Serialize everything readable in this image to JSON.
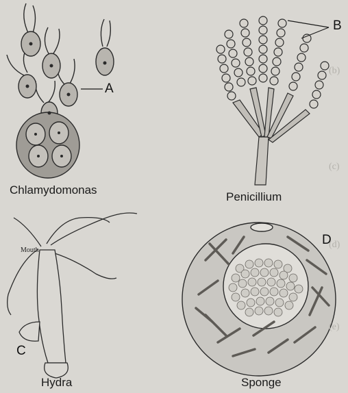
{
  "labels": {
    "chlamydomonas": "Chlamydomonas",
    "penicillium": "Penicillium",
    "hydra": "Hydra",
    "sponge": "Sponge",
    "mouth": "Mouth"
  },
  "letters": {
    "a": "A",
    "b": "B",
    "c": "C",
    "d": "D"
  },
  "bleed_through_text": [
    "(b)",
    "(c)",
    "(d)",
    "(e)"
  ],
  "colors": {
    "paper": "#d9d7d2",
    "ink": "#1a1a1a",
    "cell_fill": "#a9a6a0",
    "sponge_fill": "#c9c7c2",
    "spicule": "#6e6b66"
  }
}
